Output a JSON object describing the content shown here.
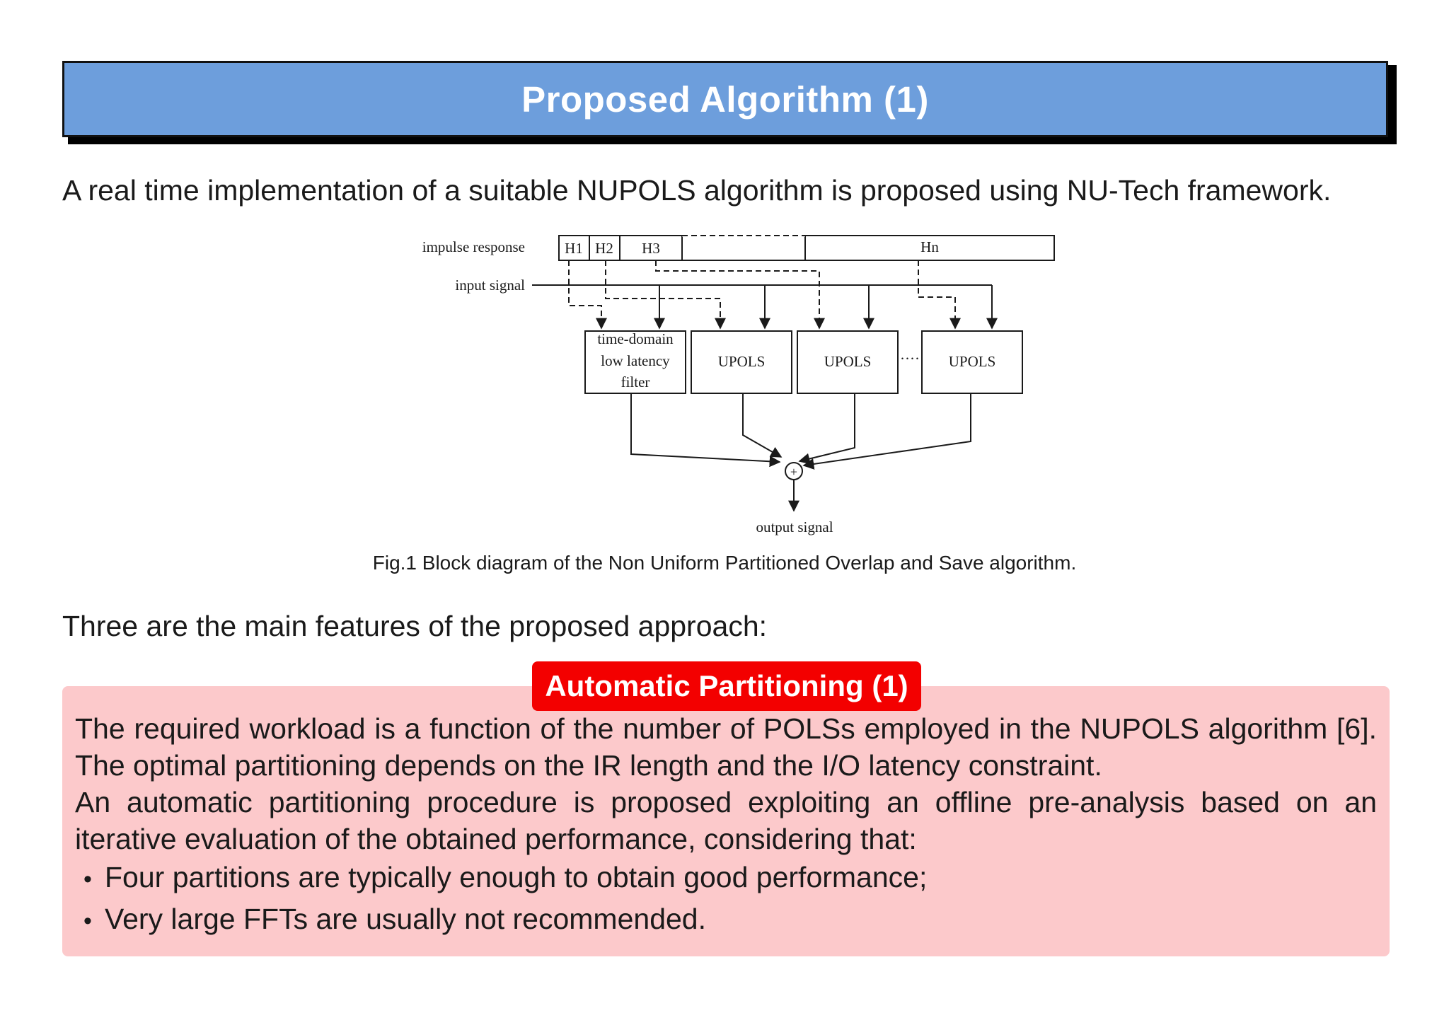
{
  "slide": {
    "title": "Proposed Algorithm (1)",
    "intro": "A real time implementation of a suitable NUPOLS algorithm is proposed using NU-Tech framework.",
    "figure_caption": "Fig.1 Block diagram of the Non Uniform Partitioned Overlap and Save algorithm.",
    "features_lead": "Three are the main features of the proposed approach:"
  },
  "diagram": {
    "impulse_response_label": "impulse response",
    "input_signal_label": "input signal",
    "output_signal_label": "output signal",
    "partitions": [
      "H1",
      "H2",
      "H3",
      "Hn"
    ],
    "filter_lines": [
      "time-domain",
      "low latency",
      "filter"
    ],
    "upols_label": "UPOLS",
    "ellipsis": "····",
    "sum_symbol": "+"
  },
  "block": {
    "title": "Automatic Partitioning (1)",
    "paragraph1": "The required workload is a function of the number of POLSs employed in the NUPOLS algorithm [6]. The optimal partitioning depends on the IR length and the I/O latency constraint.",
    "paragraph2": "An automatic partitioning procedure is proposed exploiting an offline pre-analysis based on an iterative evaluation of the obtained performance, considering that:",
    "bullets": [
      "Four partitions are typically enough to obtain good performance;",
      "Very large FFTs are usually not recommended."
    ],
    "bullet_symbol": "•"
  },
  "colors": {
    "title_bar": "#6d9edc",
    "block_title_bg": "#f30000",
    "block_bg": "#fcc9cb"
  }
}
